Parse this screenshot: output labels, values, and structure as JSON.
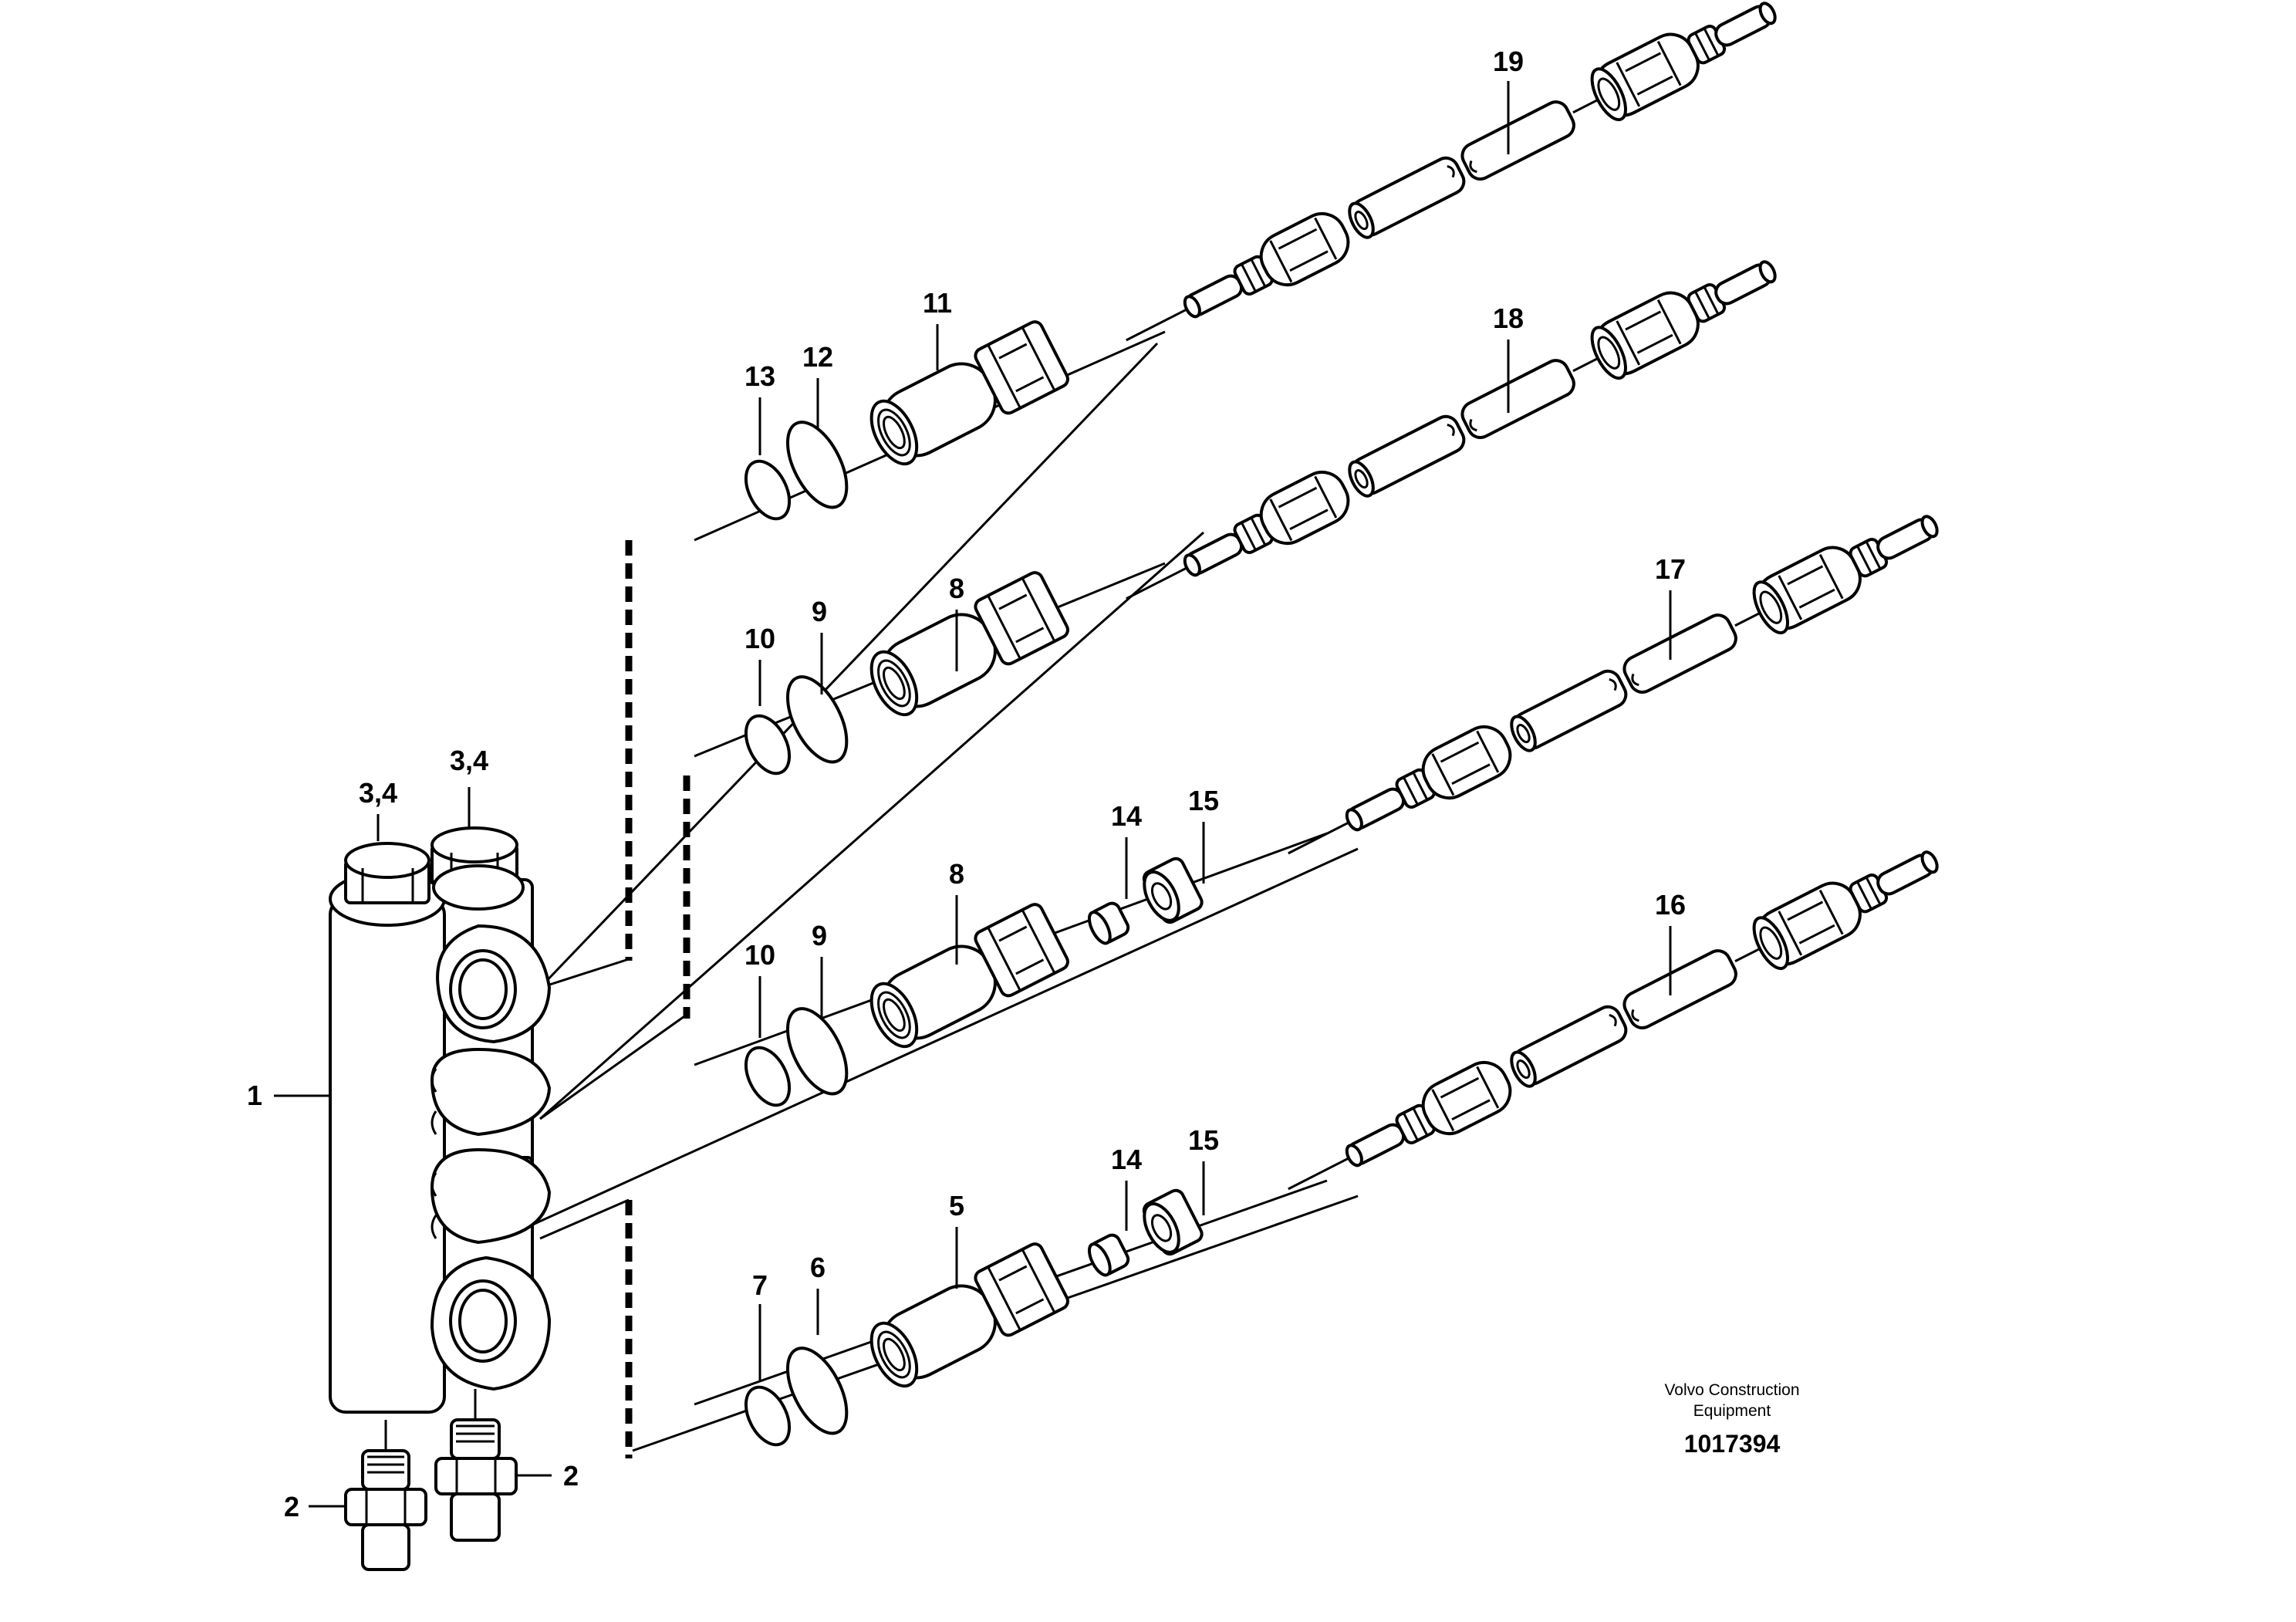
{
  "callouts": {
    "c1": "1",
    "c2a": "2",
    "c2b": "2",
    "c34a": "3,4",
    "c34b": "3,4",
    "c5": "5",
    "c6": "6",
    "c7": "7",
    "c8a": "8",
    "c8b": "8",
    "c9a": "9",
    "c9b": "9",
    "c10a": "10",
    "c10b": "10",
    "c11": "11",
    "c12": "12",
    "c13": "13",
    "c14a": "14",
    "c14b": "14",
    "c15a": "15",
    "c15b": "15",
    "c16": "16",
    "c17": "17",
    "c18": "18",
    "c19": "19"
  },
  "footer": {
    "brand_line1": "Volvo Construction",
    "brand_line2": "Equipment",
    "doc_number": "1017394"
  }
}
